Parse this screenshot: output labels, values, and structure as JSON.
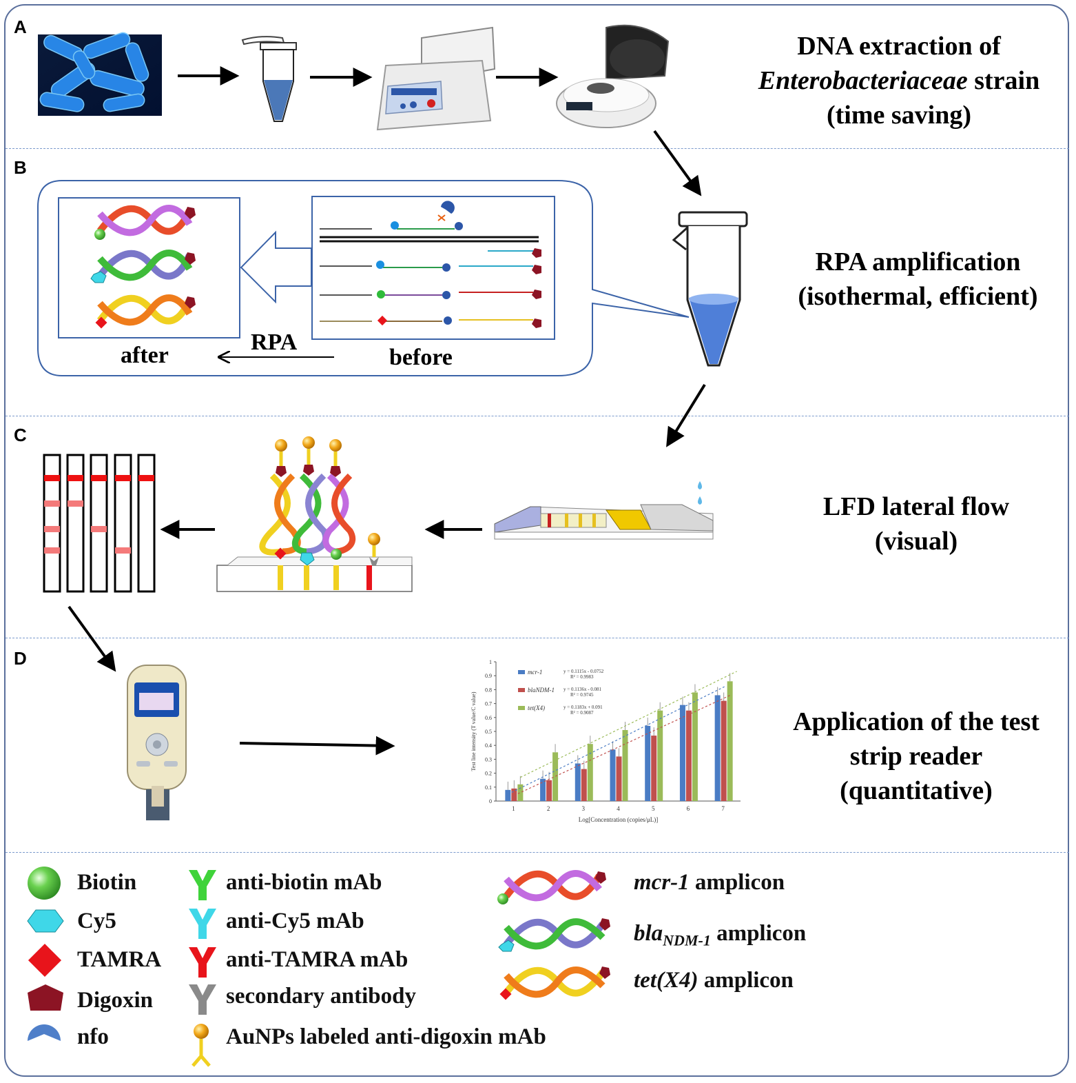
{
  "panels": {
    "a": {
      "label": "A",
      "title_line1": "DNA extraction of",
      "title_italic": "Enterobacteriaceae",
      "title_rest": " strain",
      "title_line3": "(time saving)"
    },
    "b": {
      "label": "B",
      "title_line1": "RPA amplification",
      "title_line2": "(isothermal, efficient)",
      "after_label": "after",
      "before_label": "before",
      "arrow_label": "RPA"
    },
    "c": {
      "label": "C",
      "title_line1": "LFD lateral flow",
      "title_line2": "(visual)"
    },
    "d": {
      "label": "D",
      "title_line1": "Application of the test",
      "title_line2": "strip reader",
      "title_line3": "(quantitative)"
    }
  },
  "legend": {
    "col1": [
      "Biotin",
      "Cy5",
      "TAMRA",
      "Digoxin",
      "nfo"
    ],
    "col2": [
      "anti-biotin mAb",
      "anti-Cy5 mAb",
      "anti-TAMRA mAb",
      "secondary antibody",
      "AuNPs labeled anti-digoxin mAb"
    ],
    "col3": [
      {
        "italic": "mcr-1",
        "rest": " amplicon"
      },
      {
        "italic": "bla",
        "sub": "NDM-1",
        "rest": " amplicon"
      },
      {
        "italic": "tet(X4)",
        "rest": " amplicon"
      }
    ]
  },
  "colors": {
    "biotin": "#5fcf4a",
    "cy5": "#3fd7e8",
    "tamra": "#e8141b",
    "digoxin": "#8c1424",
    "nfo": "#4f7fc9",
    "secondary": "#8a8a8a",
    "gold": "#f0a010"
  },
  "chart_data": {
    "type": "bar",
    "categories": [
      "1",
      "2",
      "3",
      "4",
      "5",
      "6",
      "7"
    ],
    "xlabel": "Log[Concentration (copies/μL)]",
    "ylabel": "Test line intensity (T value/C value)",
    "ylim": [
      0,
      1
    ],
    "yticks": [
      "0",
      "0.1",
      "0.2",
      "0.3",
      "0.4",
      "0.5",
      "0.6",
      "0.7",
      "0.8",
      "0.9",
      "1"
    ],
    "series": [
      {
        "name": "mcr-1",
        "values": [
          0.08,
          0.16,
          0.27,
          0.37,
          0.54,
          0.69,
          0.76
        ],
        "color": "#4a7cc4",
        "equation": "y = 0.1115x - 0.0752",
        "r2": "R² = 0.9983"
      },
      {
        "name": "blaNDM-1",
        "values": [
          0.09,
          0.15,
          0.23,
          0.32,
          0.47,
          0.65,
          0.72
        ],
        "color": "#c0504d",
        "equation": "y = 0.1136x - 0.081",
        "r2": "R² = 0.9745"
      },
      {
        "name": "tet(X4)",
        "values": [
          0.12,
          0.35,
          0.41,
          0.51,
          0.65,
          0.78,
          0.86
        ],
        "color": "#9bbb59",
        "equation": "y = 0.1183x + 0.091",
        "r2": "R² = 0.9087"
      }
    ]
  }
}
